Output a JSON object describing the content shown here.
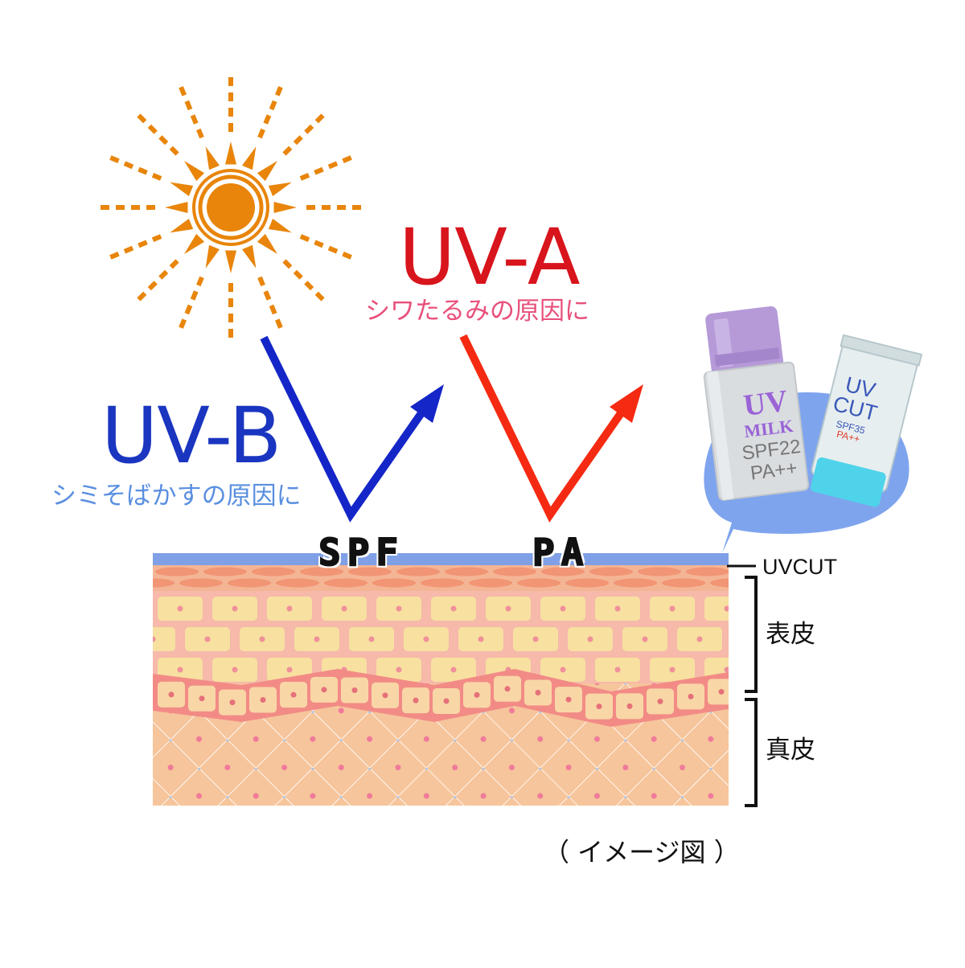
{
  "rays": {
    "uvb": {
      "title": "UV-B",
      "caption": "シミそばかすの原因に"
    },
    "uva": {
      "title": "UV-A",
      "caption": "シワたるみの原因に"
    }
  },
  "badges": {
    "spf": "SPF",
    "pa": "PA"
  },
  "layers": {
    "uvcut": "UVCUT",
    "epidermis": "表皮",
    "dermis": "真皮"
  },
  "products": {
    "milk": {
      "line1": "UV",
      "line2": "MILK",
      "line3": "SPF22",
      "line4": "PA++"
    },
    "tube": {
      "line1": "UV",
      "line2": "CUT",
      "line3": "SPF35",
      "line4": "PA++"
    }
  },
  "footnote": "（ イメージ図 ）",
  "colors": {
    "sun": "#e8850a",
    "uvb_arrow": "#1426c8",
    "uvb_title": "#1a35c0",
    "uvb_caption": "#5a8fe0",
    "uva_arrow": "#f52a12",
    "uva_title": "#d8141c",
    "uva_caption": "#e8507a",
    "uvcut_film": "#7fa0e6",
    "skin_cell": "#f7e0a0",
    "skin_pink": "#f3b5a4",
    "dermis": "#f6c59c",
    "bubble": "#7fa4ee"
  }
}
